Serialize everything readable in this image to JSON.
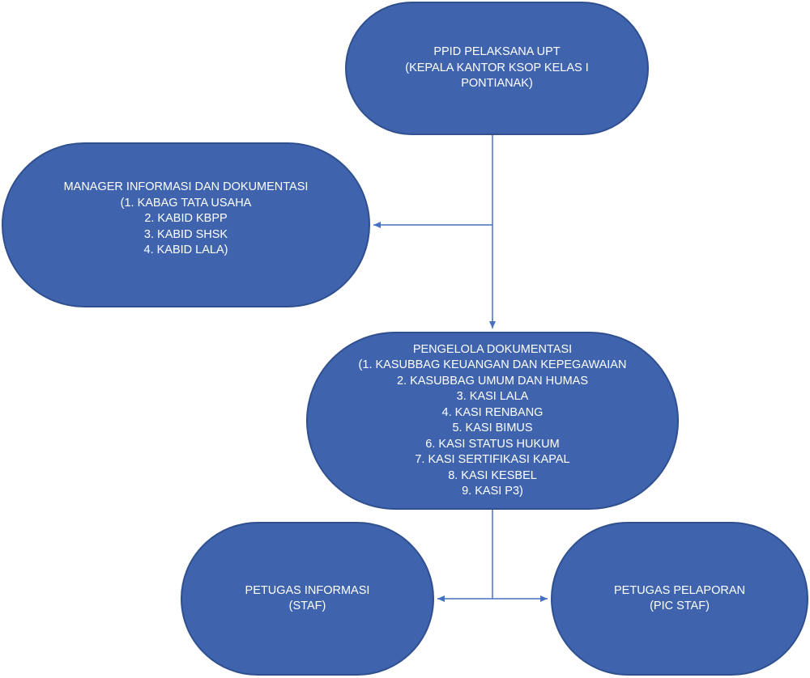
{
  "colors": {
    "node_fill": "#3f64ad",
    "node_border": "#2f4f8f",
    "connector": "#4472c4"
  },
  "nodes": {
    "top": {
      "lines": [
        "PPID PELAKSANA UPT",
        "(KEPALA KANTOR KSOP KELAS I",
        "PONTIANAK)"
      ]
    },
    "left": {
      "lines": [
        "MANAGER INFORMASI DAN DOKUMENTASI",
        "(1. KABAG TATA USAHA",
        "2. KABID KBPP",
        "3. KABID SHSK",
        "4. KABID LALA)"
      ]
    },
    "mid": {
      "lines": [
        "PENGELOLA DOKUMENTASI",
        "(1. KASUBBAG KEUANGAN DAN KEPEGAWAIAN",
        "2. KASUBBAG UMUM DAN HUMAS",
        "3. KASI LALA",
        "4. KASI RENBANG",
        "5. KASI BIMUS",
        "6. KASI STATUS HUKUM",
        "7. KASI SERTIFIKASI KAPAL",
        "8. KASI KESBEL",
        "9. KASI P3)"
      ]
    },
    "bottom_left": {
      "lines": [
        "PETUGAS INFORMASI",
        "(STAF)"
      ]
    },
    "bottom_right": {
      "lines": [
        "PETUGAS PELAPORAN",
        "(PIC STAF)"
      ]
    }
  }
}
